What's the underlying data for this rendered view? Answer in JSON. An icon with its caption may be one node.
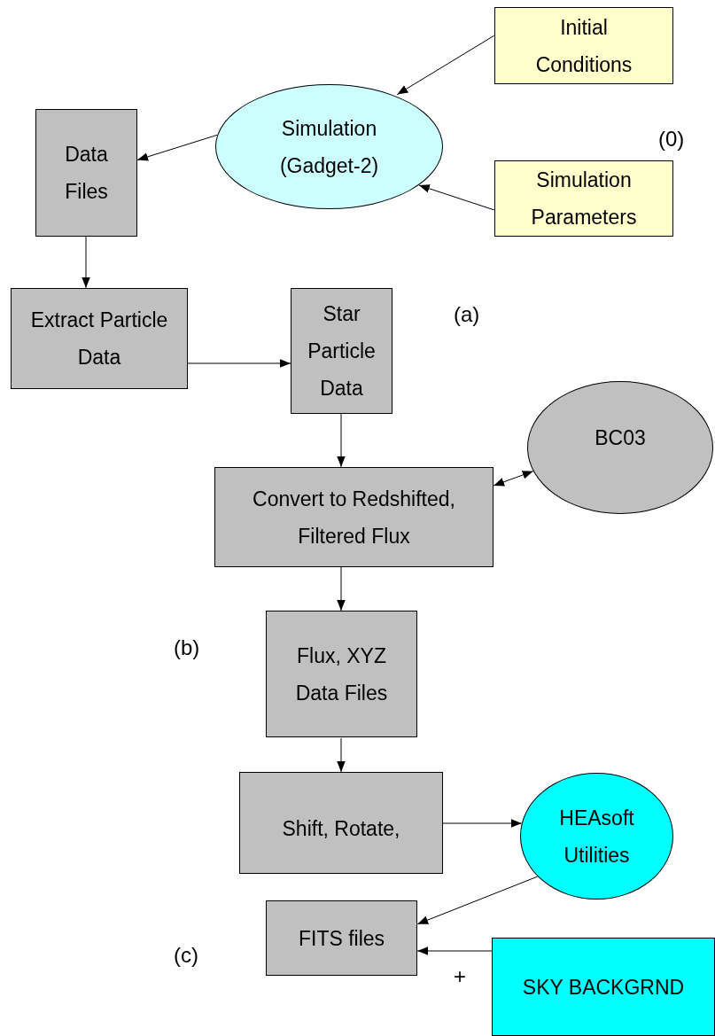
{
  "diagram": {
    "nodes": [
      {
        "text": [
          "Initial Conditions"
        ]
      },
      {
        "text": [
          "Simulation (Gadget-2)"
        ]
      },
      {
        "text": [
          "Simulation Parameters"
        ]
      },
      {
        "text": [
          "Data Files"
        ]
      },
      {
        "text": [
          "Extract Particle Data"
        ]
      },
      {
        "text": [
          "Star Particle Data"
        ]
      },
      {
        "text": [
          "BC03"
        ]
      },
      {
        "text": [
          "Convert to Redshifted, Filtered Flux"
        ]
      },
      {
        "text": [
          "Flux, XYZ Data Files"
        ]
      },
      {
        "text": [
          "Shift, Rotate,"
        ]
      },
      {
        "text": [
          "HEAsoft Utilities"
        ]
      },
      {
        "text": [
          "FITS files"
        ]
      },
      {
        "text": [
          "SKY BACKGRND"
        ]
      }
    ],
    "edges": [
      {
        "from": 0,
        "to": 1,
        "arrow": "to"
      },
      {
        "from": 2,
        "to": 1,
        "arrow": "to"
      },
      {
        "from": 1,
        "to": 3,
        "arrow": "to"
      },
      {
        "from": 3,
        "to": 4,
        "arrow": "to"
      },
      {
        "from": 4,
        "to": 5,
        "arrow": "to"
      },
      {
        "from": 5,
        "to": 7,
        "arrow": "to"
      },
      {
        "from": 7,
        "to": 6,
        "arrow": "both"
      },
      {
        "from": 7,
        "to": 8,
        "arrow": "to"
      },
      {
        "from": 8,
        "to": 9,
        "arrow": "to"
      },
      {
        "from": 9,
        "to": 10,
        "arrow": "to"
      },
      {
        "from": 10,
        "to": 11,
        "arrow": "to"
      },
      {
        "from": 12,
        "to": 11,
        "arrow": "to"
      }
    ],
    "labels": [
      "(0)",
      "(a)",
      "(b)",
      "(c)",
      "+"
    ]
  }
}
